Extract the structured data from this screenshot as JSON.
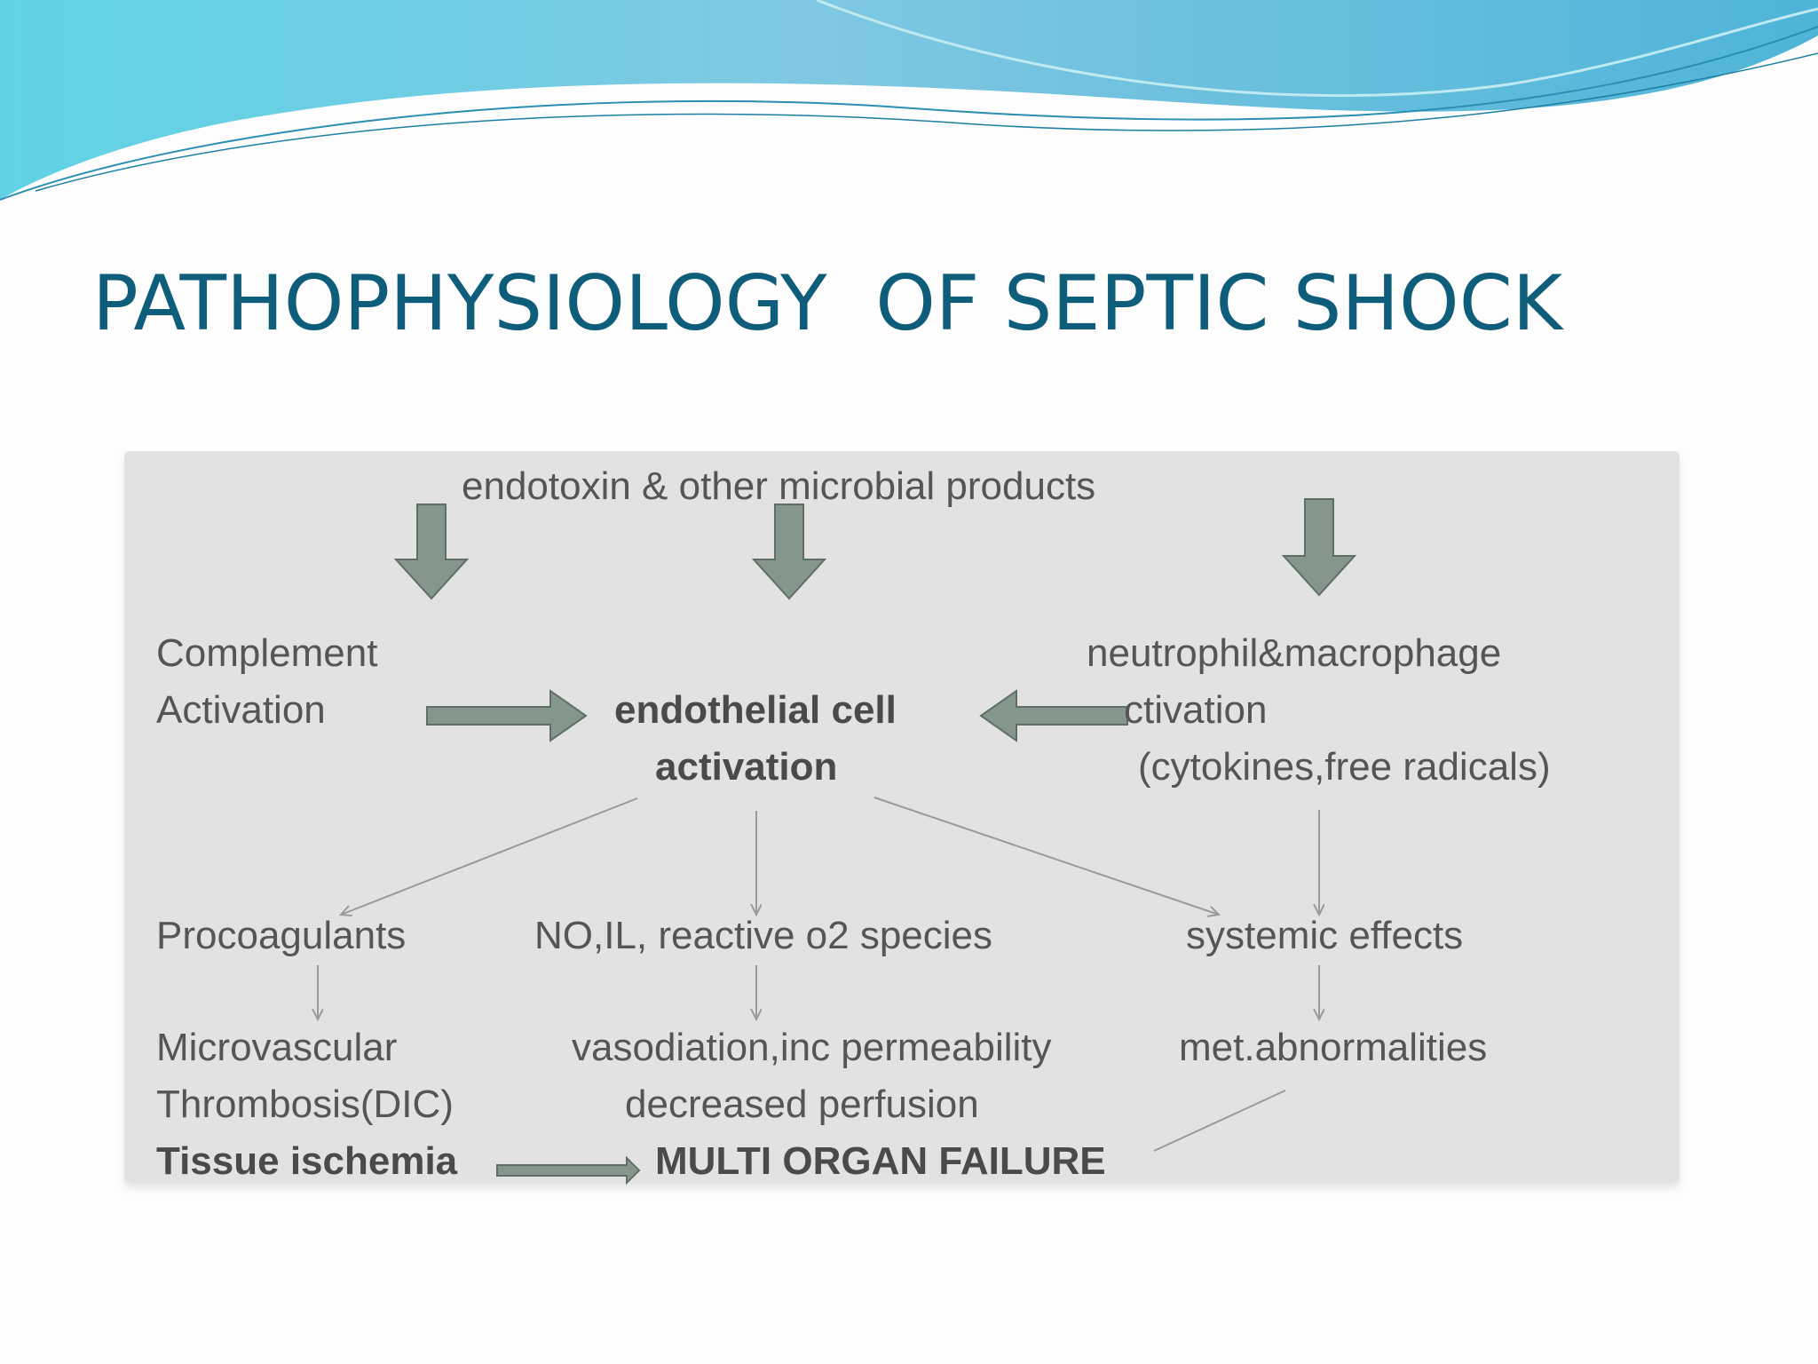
{
  "slide": {
    "title": "PATHOPHYSIOLOGY  OF SEPTIC SHOCK"
  },
  "diagram": {
    "source": "endotoxin & other microbial products",
    "complement_1": "Complement",
    "complement_2": "Activation",
    "center_1": "endothelial cell",
    "center_2": "activation",
    "neutro_1": "neutrophil&macrophage",
    "neutro_2": "ctivation",
    "neutro_3": "(cytokines,free radicals)",
    "procoag": "Procoagulants",
    "no_il": "NO,IL, reactive o2 species",
    "systemic": "systemic effects",
    "micro_1": "Microvascular",
    "micro_2": "Thrombosis(DIC)",
    "vaso_1": "vasodiation,inc permeability",
    "vaso_2": "decreased perfusion",
    "met": "met.abnormalities",
    "tissue": "Tissue ischemia",
    "mof": "MULTI ORGAN FAILURE"
  },
  "colors": {
    "title": "#0e5d7a",
    "panel": "#e2e2e2",
    "block_arrow_fill": "#85968d",
    "block_arrow_stroke": "#5f6f67",
    "thin_arrow": "#9a9a9a"
  }
}
